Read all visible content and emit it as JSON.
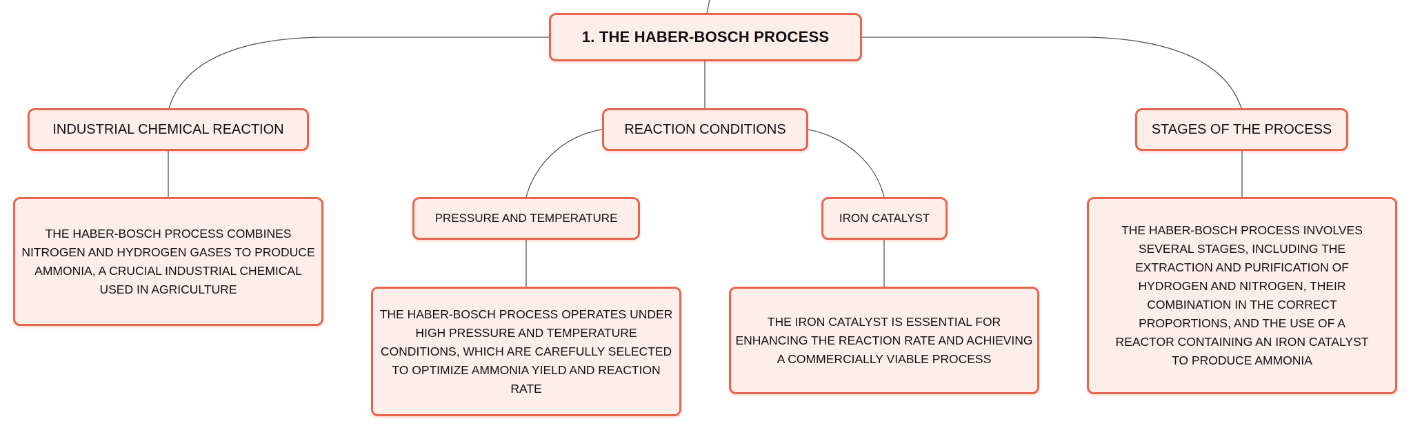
{
  "title": "1. THE HABER-BOSCH PROCESS",
  "branches": {
    "industrial": {
      "label": "INDUSTRIAL CHEMICAL REACTION",
      "detail": "THE HABER-BOSCH PROCESS COMBINES NITROGEN AND HYDROGEN GASES TO PRODUCE AMMONIA, A CRUCIAL INDUSTRIAL CHEMICAL USED IN AGRICULTURE"
    },
    "conditions": {
      "label": "REACTION CONDITIONS",
      "pressure": {
        "label": "PRESSURE AND TEMPERATURE",
        "detail": "THE HABER-BOSCH PROCESS OPERATES UNDER HIGH PRESSURE AND TEMPERATURE CONDITIONS, WHICH ARE CAREFULLY SELECTED TO OPTIMIZE AMMONIA YIELD AND REACTION RATE"
      },
      "iron": {
        "label": "IRON CATALYST",
        "detail": "THE IRON CATALYST IS ESSENTIAL FOR ENHANCING THE REACTION RATE AND ACHIEVING A COMMERCIALLY VIABLE PROCESS"
      }
    },
    "stages": {
      "label": "STAGES OF THE PROCESS",
      "detail": "THE HABER-BOSCH PROCESS INVOLVES SEVERAL STAGES, INCLUDING THE EXTRACTION AND PURIFICATION OF HYDROGEN AND NITROGEN, THEIR COMBINATION IN THE CORRECT PROPORTIONS, AND THE USE OF A REACTOR CONTAINING AN IRON CATALYST TO PRODUCE AMMONIA"
    }
  },
  "colors": {
    "node_border": "#e5654f",
    "node_fill": "#fdeee9",
    "connector": "#555555",
    "text": "#111111"
  }
}
